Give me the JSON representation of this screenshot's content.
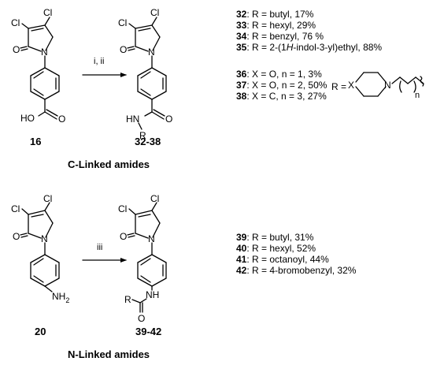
{
  "colors": {
    "ink": "#000000",
    "background": "#ffffff"
  },
  "atoms": {
    "cl": "Cl",
    "o": "O",
    "n": "N",
    "oh": "HO",
    "hn": "HN",
    "nh": "NH",
    "nh2_n": "NH",
    "nh2_sub": "2",
    "r": "R",
    "x": "X",
    "sub_n": "n"
  },
  "reactions": {
    "top": {
      "conditions": "i, ii",
      "start": "16",
      "product": "32-38",
      "section_title": "C-Linked amides"
    },
    "bottom": {
      "conditions": "iii",
      "start": "20",
      "product": "39-42",
      "section_title": "N-Linked amides"
    }
  },
  "compounds": {
    "group1": [
      {
        "id": "32",
        "text": ": R = butyl, 17%"
      },
      {
        "id": "33",
        "text": ": R = hexyl, 29%"
      },
      {
        "id": "34",
        "text": ": R = benzyl, 76 %"
      },
      {
        "id": "35",
        "pre": ": R = 2-(1",
        "italic": "H",
        "post": "-indol-3-yl)ethyl, 88%"
      }
    ],
    "group2": [
      {
        "id": "36",
        "text": ": X = O, n = 1, 3%"
      },
      {
        "id": "37",
        "text": ": X = O, n = 2, 50%"
      },
      {
        "id": "38",
        "text": ": X = C, n = 3, 27%"
      }
    ],
    "r_label": "R =",
    "group3": [
      {
        "id": "39",
        "text": ": R = butyl, 31%"
      },
      {
        "id": "40",
        "text": ": R = hexyl, 52%"
      },
      {
        "id": "41",
        "text": ": R = octanoyl, 44%"
      },
      {
        "id": "42",
        "text": ": R = 4-bromobenzyl, 32%"
      }
    ]
  }
}
